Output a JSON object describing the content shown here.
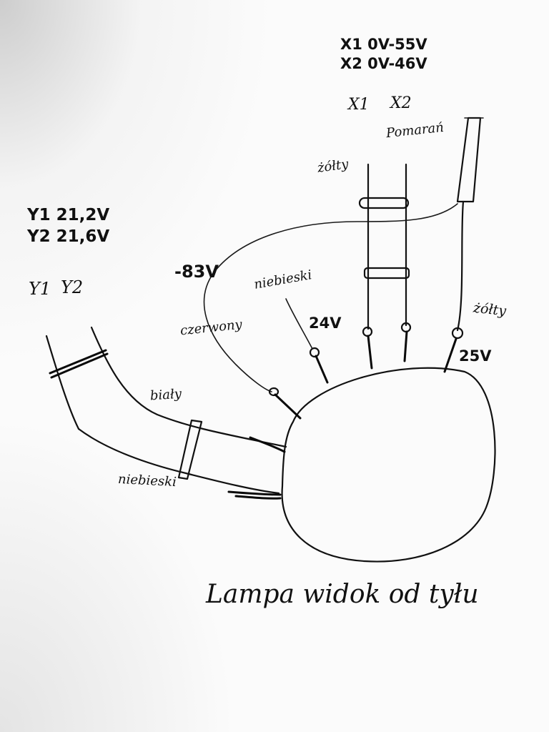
{
  "readings": {
    "x1": "X1  0V-55V",
    "x2": "X2  0V-46V",
    "y1": "Y1  21,2V",
    "y2": "Y2  21,6V"
  },
  "terminals": {
    "x1": "X1",
    "x2": "X2",
    "y1": "Y1",
    "y2": "Y2"
  },
  "wires": {
    "pomaranczowy": "Pomarań",
    "zolty_top": "żółty",
    "niebieski_top": "niebieski",
    "czerwony": "czerwony",
    "bialy": "biały",
    "niebieski_bottom": "niebieski",
    "zolty_right": "żółty"
  },
  "voltages": {
    "minus83": "-83V",
    "v24": "24V",
    "v25": "25V"
  },
  "caption": "Lampa widok od tyłu"
}
